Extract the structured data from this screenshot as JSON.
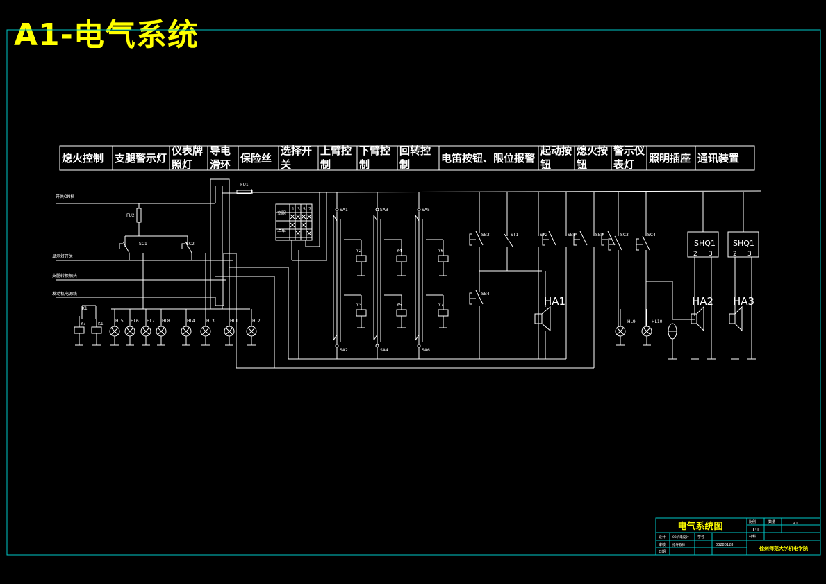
{
  "title": "A1-电气系统",
  "header_cells": [
    "熄火控制",
    "支腿警示灯",
    "仪表牌照灯",
    "导电滑环",
    "保险丝",
    "选择开关",
    "上臂控制",
    "下臂控制",
    "回转控制",
    "电笛按钮、限位报警",
    "起动按钮",
    "熄火按钮",
    "警示仪表灯",
    "照明插座",
    "通讯装置"
  ],
  "wire_labels": {
    "w1": "开关ON档",
    "w2": "显示灯开关",
    "w3": "支腿转换触头",
    "w4": "发动机电源线"
  },
  "labels": {
    "fu1": "FU1",
    "fu2": "FU2",
    "sc1": "SC1",
    "sc2": "SC2",
    "k1": "K1",
    "y7": "Y7",
    "k1b": "K1",
    "hl5": "HL5",
    "hl6": "HL6",
    "hl7": "HL7",
    "hl8": "HL8",
    "hl4": "HL4",
    "hl3": "HL3",
    "hl1": "HL1",
    "hl2": "HL2",
    "sa1": "SA1",
    "sa3": "SA3",
    "sa5": "SA5",
    "sa2": "SA2",
    "sa4": "SA4",
    "sa6": "SA6",
    "y2": "Y2",
    "y4": "Y4",
    "y6": "Y6",
    "y3": "Y3",
    "y5": "Y5",
    "y7b": "Y7",
    "sb3": "SB3",
    "sb4": "SB4",
    "st1": "ST1",
    "st2": "ST2",
    "sb1": "SB1",
    "sb2": "SB2",
    "sc3": "SC3",
    "sc4": "SC4",
    "ha1": "HA1",
    "ha2": "HA2",
    "ha3": "HA3",
    "hl9": "HL9",
    "hl10": "HL10",
    "shq1a": "SHQ1",
    "shq1b": "SHQ1",
    "p2a": "2",
    "p3a": "3",
    "p2b": "2",
    "p3b": "3"
  },
  "selector_table": {
    "header": [
      "1",
      "3",
      "5",
      "7"
    ],
    "row_labels": [
      "支腿",
      "上车"
    ]
  },
  "title_block": {
    "drawing_name": "电气系统图",
    "ratio_label": "比例",
    "ratio": "1:1",
    "qty_label": "数量",
    "size": "A1",
    "material_label": "材料",
    "designer_label": "设计",
    "designer_value": "03机电设计",
    "id_label": "学号",
    "checker_label": "审核",
    "checker_value": "指导教师",
    "number_value": "03280128",
    "date_label": "日期",
    "school": "徐州师范大学机电学院"
  }
}
